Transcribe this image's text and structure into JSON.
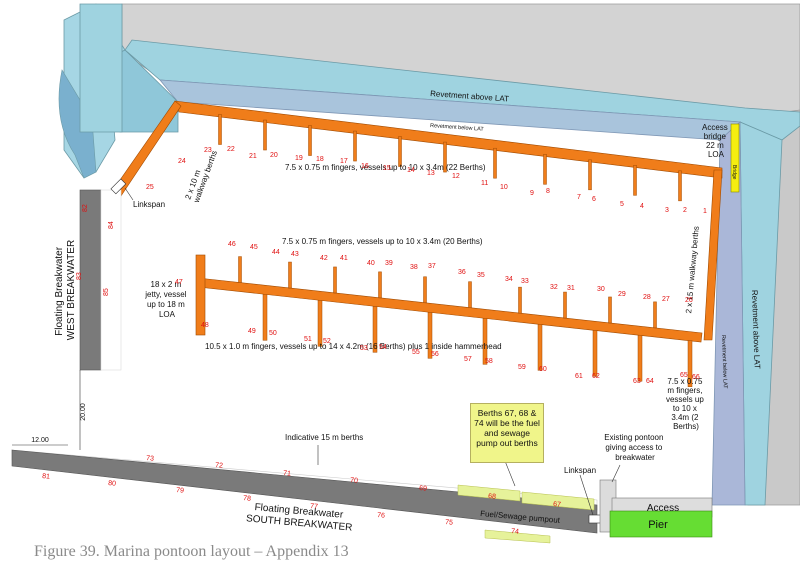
{
  "caption": "Figure 39. Marina pontoon layout – Appendix 13",
  "labels": {
    "revetment_above_top": "Revetment above LAT",
    "revetment_below_top": "Revetment below LAT",
    "revetment_above_right": "Revetment above LAT",
    "revetment_below_right": "Revetment below LAT",
    "access_bridge": [
      "Access",
      "bridge",
      "22 m",
      "LOA"
    ],
    "bridge_small": "Bridge",
    "walkway_left": [
      "2 x 10 m",
      "walkway berths"
    ],
    "walkway_right": "2 x 15 m walkway berths",
    "linkspan_top": "Linkspan",
    "linkspan_bottom": "Linkspan",
    "row1_desc": "7.5 x 0.75 m fingers, vessels up to 10 x 3.4m (22 Berths)",
    "row2_desc": "7.5 x 0.75 m fingers, vessels up to 10 x 3.4m (20 Berths)",
    "row3_desc": "10.5 x 1.0 m fingers, vessels up to 14 x 4.2m (16 Berths) plus 1 inside hammerhead",
    "jetty": [
      "18 x 2 m",
      "jetty, vessel",
      "up to 18 m",
      "LOA"
    ],
    "small_fingers": [
      "7.5 x 0.75",
      "m fingers,",
      "vessels up",
      "to 10 x",
      "3.4m (2",
      "Berths)"
    ],
    "west_breakwater": [
      "Floating Breakwater",
      "WEST BREAKWATER"
    ],
    "south_breakwater": [
      "Floating Breakwater",
      "SOUTH BREAKWATER"
    ],
    "dim_20": "20.00",
    "dim_12": "12.00",
    "indicative": "Indicative 15 m berths",
    "note": "Berths 67, 68 & 74 will be the fuel and sewage pump out berths",
    "existing_pontoon": [
      "Existing pontoon",
      "giving access to",
      "breakwater"
    ],
    "access": "Access",
    "pier": "Pier",
    "fuel": "Fuel/Sewage pumpout"
  },
  "berths": {
    "row1": [
      "23",
      "22",
      "21",
      "20",
      "19",
      "18",
      "17",
      "16",
      "15",
      "14",
      "13",
      "12",
      "11",
      "10",
      "9",
      "8",
      "7",
      "6",
      "5",
      "4",
      "3",
      "2",
      "1"
    ],
    "left_walkway": [
      "24",
      "25"
    ],
    "row2": [
      "46",
      "45",
      "44",
      "43",
      "42",
      "41",
      "40",
      "39",
      "38",
      "37",
      "36",
      "35",
      "34",
      "33",
      "32",
      "31",
      "30",
      "29",
      "28",
      "27",
      "26"
    ],
    "jetty": [
      "47",
      "48"
    ],
    "row3": [
      "49",
      "50",
      "51",
      "52",
      "53",
      "54",
      "55",
      "56",
      "57",
      "58",
      "59",
      "60",
      "61",
      "62",
      "63",
      "64",
      "65",
      "66"
    ],
    "west": [
      "82",
      "84",
      "83",
      "85"
    ],
    "south_top": [
      "73",
      "72",
      "71",
      "70",
      "69",
      "68",
      "67"
    ],
    "south_bottom": [
      "81",
      "80",
      "79",
      "78",
      "77",
      "76",
      "75",
      "74"
    ]
  },
  "colors": {
    "pontoon": "#f07d1a",
    "breakwater": "#7a7a7a",
    "revetment_above": "#9fd3e0",
    "revetment_below": "#aab7d8",
    "land": "#d0d0d0",
    "bridge": "#f5ee10",
    "pier": "#66dd33",
    "note": "#f0f58a",
    "berth_number": "#e01010"
  }
}
